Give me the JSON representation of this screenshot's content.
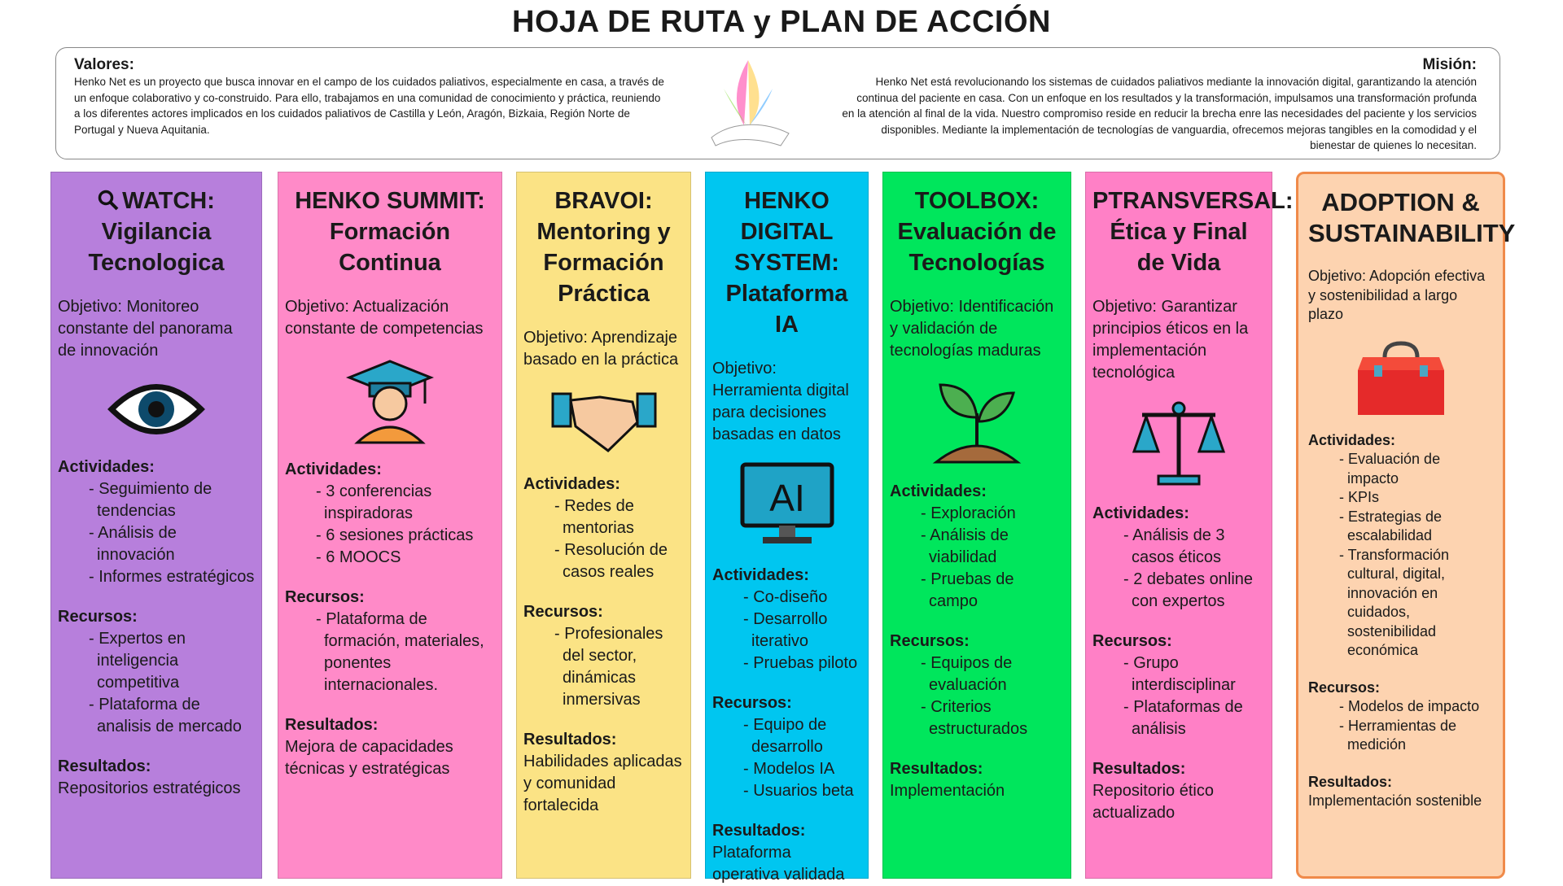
{
  "title": "HOJA DE RUTA y PLAN DE ACCIÓN",
  "header": {
    "valores_label": "Valores:",
    "valores_text": "Henko Net es un proyecto que busca innovar en el campo de los cuidados paliativos, especialmente en casa, a través de un enfoque colaborativo y co-construido. Para ello, trabajamos en una comunidad de conocimiento y práctica, reuniendo a los diferentes actores implicados en los cuidados paliativos de Castilla y León, Aragón, Bizkaia, Región Norte de Portugal y Nueva Aquitania.",
    "mision_label": "Misión:",
    "mision_text": "Henko Net está revolucionando los sistemas de cuidados paliativos mediante la innovación digital, garantizando la atención continua del paciente en casa. Con un enfoque en los resultados y la transformación, impulsamos una transformación profunda en la atención al final de la vida. Nuestro compromiso reside en reducir la brecha enre las necesidades del paciente y los servicios disponibles. Mediante la implementación de tecnologías de vanguardia, ofrecemos mejoras tangibles en la comodidad y el bienestar de quienes lo necesitan."
  },
  "labels": {
    "actividades": "Actividades:",
    "recursos": "Recursos:",
    "resultados": "Resultados:"
  },
  "columns": [
    {
      "title": [
        "WATCH:",
        "Vigilancia",
        "Tecnologica"
      ],
      "color": "#b77fdc",
      "icon": "eye-icon",
      "objective": "Objetivo: Monitoreo constante del panorama de innovación",
      "activities": [
        "Seguimiento de tendencias",
        "Análisis de innovación",
        "Informes estratégicos"
      ],
      "resources": [
        "Expertos en inteligencia competitiva",
        "Plataforma de analisis de mercado"
      ],
      "results": "Repositorios estratégicos"
    },
    {
      "title": [
        "HENKO SUMMIT:",
        "Formación",
        "Continua"
      ],
      "color": "#ff8ac8",
      "icon": "graduate-icon",
      "objective": "Objetivo: Actualización constante de competencias",
      "activities": [
        "3 conferencias inspiradoras",
        "6 sesiones prácticas",
        "6 MOOCS"
      ],
      "resources": [
        "Plataforma de formación, materiales, ponentes internacionales."
      ],
      "results": "Mejora de capacidades técnicas y estratégicas"
    },
    {
      "title": [
        "BRAVOI:",
        "Mentoring y",
        "Formación",
        "Práctica"
      ],
      "color": "#fbe385",
      "icon": "handshake-icon",
      "objective": "Objetivo: Aprendizaje basado en la práctica",
      "activities": [
        "Redes de mentorias",
        "Resolución de casos reales"
      ],
      "resources": [
        "Profesionales del sector, dinámicas inmersivas"
      ],
      "results": "Habilidades aplicadas y comunidad fortalecida"
    },
    {
      "title": [
        "HENKO",
        "DIGITAL",
        "SYSTEM:",
        "Plataforma IA"
      ],
      "color": "#00c6f0",
      "icon": "ai-monitor-icon",
      "objective": "Objetivo: Herramienta digital para decisiones basadas en datos",
      "activities": [
        "Co-diseño",
        "Desarrollo iterativo",
        "Pruebas piloto"
      ],
      "resources": [
        "Equipo de desarrollo",
        "Modelos IA",
        "Usuarios beta"
      ],
      "results": "Plataforma operativa validada"
    },
    {
      "title": [
        "TOOLBOX:",
        "Evaluación de",
        "Tecnologías"
      ],
      "color": "#00e65c",
      "icon": "sprout-icon",
      "objective": "Objetivo: Identificación y validación de tecnologías maduras",
      "activities": [
        "Exploración",
        "Análisis de viabilidad",
        "Pruebas de campo"
      ],
      "resources": [
        "Equipos de evaluación",
        "Criterios estructurados"
      ],
      "results": "Implementación"
    },
    {
      "title": [
        "PTRANSVERSAL:",
        "Ética y Final",
        "de Vida"
      ],
      "color": "#ff80c6",
      "icon": "scales-icon",
      "objective": "Objetivo: Garantizar principios éticos en la implementación tecnológica",
      "activities": [
        "Análisis de 3 casos éticos",
        "2 debates online con expertos"
      ],
      "resources": [
        "Grupo interdisciplinar",
        "Plataformas de análisis"
      ],
      "results": "Repositorio ético actualizado"
    },
    {
      "title": [
        "ADOPTION &",
        "SUSTAINABILITY"
      ],
      "color": "#fdd3b0",
      "border": "#f08a4a",
      "icon": "toolbox-icon",
      "objective": "Objetivo: Adopción efectiva y sostenibilidad a largo plazo",
      "activities": [
        "Evaluación de impacto",
        "KPIs",
        "Estrategias de escalabilidad",
        "Transformación cultural, digital, innovación en cuidados, sostenibilidad económica"
      ],
      "resources": [
        "Modelos de impacto",
        "Herramientas de medición"
      ],
      "results": "Implementación sostenible"
    }
  ]
}
